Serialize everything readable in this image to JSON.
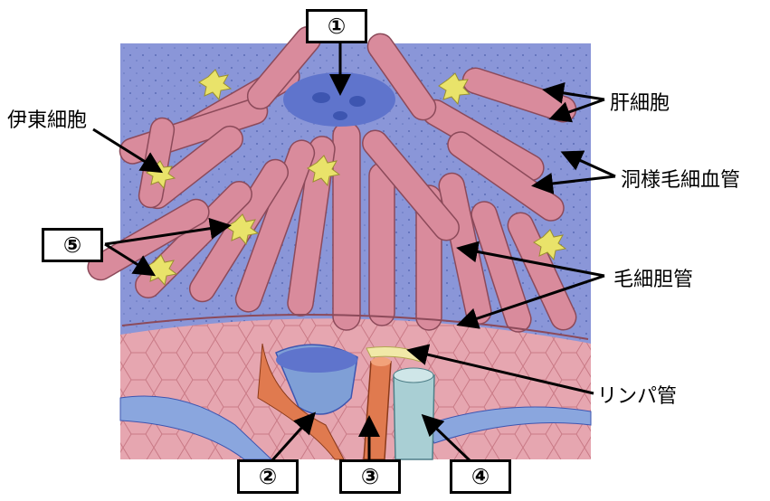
{
  "markers": {
    "m1": "①",
    "m2": "②",
    "m3": "③",
    "m4": "④",
    "m5": "⑤"
  },
  "labels": {
    "hepatocyte": "肝細胞",
    "sinusoid": "洞様毛細血管",
    "bile_canaliculus": "毛細胆管",
    "lymph_vessel": "リンパ管",
    "ito_cell": "伊東細胞"
  },
  "colors": {
    "hepatocyte": "#d98b9c",
    "sinusoid": "#8a96d8",
    "central_vein": "#5f74cc",
    "ito_cell": "#e9e36a",
    "portal_vein": "#7f9fd6",
    "hepatic_artery": "#e07a4f",
    "bile_duct": "#a9cfd4"
  }
}
